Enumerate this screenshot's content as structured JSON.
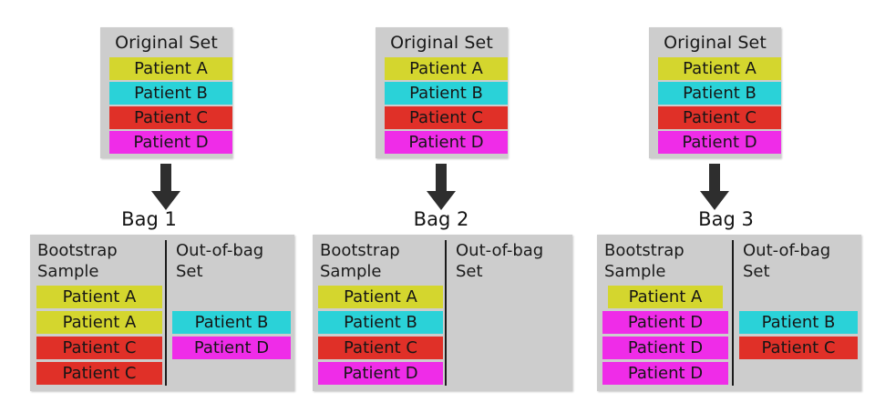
{
  "columns": [
    {
      "original": {
        "title": "Original Set",
        "patients": [
          {
            "label": "Patient A",
            "color": "#d4d62e"
          },
          {
            "label": "Patient B",
            "color": "#2ad2d8"
          },
          {
            "label": "Patient C",
            "color": "#e03028"
          },
          {
            "label": "Patient D",
            "color": "#ef2ce8"
          }
        ]
      },
      "bag_label": "Bag 1",
      "bootstrap": {
        "title": "Bootstrap\nSample",
        "patients": [
          {
            "label": "Patient A",
            "color": "#d4d62e"
          },
          {
            "label": "Patient A",
            "color": "#d4d62e"
          },
          {
            "label": "Patient C",
            "color": "#e03028"
          },
          {
            "label": "Patient C",
            "color": "#e03028"
          }
        ]
      },
      "outofbag": {
        "title": "Out-of-bag\nSet",
        "patients": [
          {
            "label": "Patient B",
            "color": "#2ad2d8"
          },
          {
            "label": "Patient D",
            "color": "#ef2ce8"
          }
        ]
      }
    },
    {
      "original": {
        "title": "Original Set",
        "patients": [
          {
            "label": "Patient A",
            "color": "#d4d62e"
          },
          {
            "label": "Patient B",
            "color": "#2ad2d8"
          },
          {
            "label": "Patient C",
            "color": "#e03028"
          },
          {
            "label": "Patient D",
            "color": "#ef2ce8"
          }
        ]
      },
      "bag_label": "Bag 2",
      "bootstrap": {
        "title": "Bootstrap\nSample",
        "patients": [
          {
            "label": "Patient A",
            "color": "#d4d62e"
          },
          {
            "label": "Patient B",
            "color": "#2ad2d8"
          },
          {
            "label": "Patient C",
            "color": "#e03028"
          },
          {
            "label": "Patient D",
            "color": "#ef2ce8"
          }
        ]
      },
      "outofbag": {
        "title": "Out-of-bag\nSet",
        "patients": []
      }
    },
    {
      "original": {
        "title": "Original Set",
        "patients": [
          {
            "label": "Patient A",
            "color": "#d4d62e"
          },
          {
            "label": "Patient B",
            "color": "#2ad2d8"
          },
          {
            "label": "Patient C",
            "color": "#e03028"
          },
          {
            "label": "Patient D",
            "color": "#ef2ce8"
          }
        ]
      },
      "bag_label": "Bag 3",
      "bootstrap": {
        "title": "Bootstrap\nSample",
        "patients": [
          {
            "label": "Patient A",
            "color": "#d4d62e",
            "narrow": true
          },
          {
            "label": "Patient D",
            "color": "#ef2ce8"
          },
          {
            "label": "Patient D",
            "color": "#ef2ce8"
          },
          {
            "label": "Patient D",
            "color": "#ef2ce8"
          }
        ]
      },
      "outofbag": {
        "title": "Out-of-bag\nSet",
        "patients": [
          {
            "label": "Patient B",
            "color": "#2ad2d8"
          },
          {
            "label": "Patient C",
            "color": "#e03028"
          }
        ]
      }
    }
  ],
  "theme": {
    "page_background": "#ffffff",
    "box_background": "#cdcdcd",
    "text_color": "#161616",
    "arrow_color": "#2e2e2e",
    "divider_color": "#1b1b1b"
  },
  "icons": {
    "arrow": "down-arrow-icon"
  }
}
